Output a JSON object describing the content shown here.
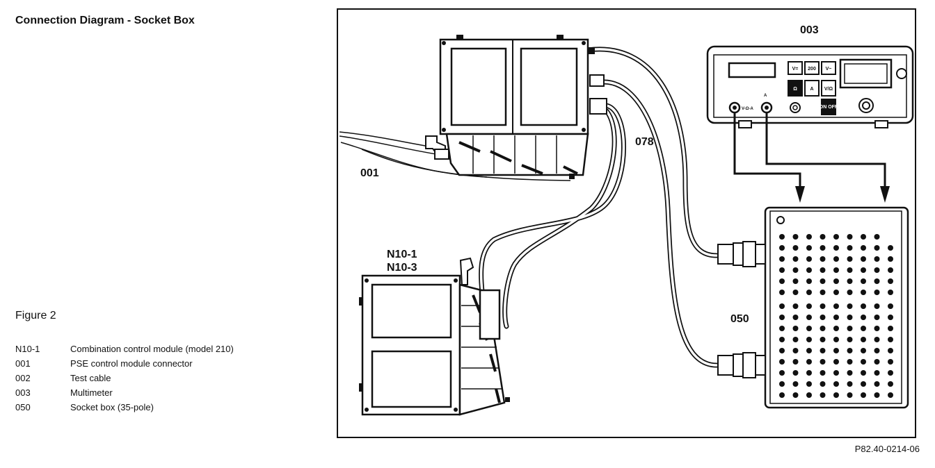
{
  "title": "Connection Diagram - Socket Box",
  "figure_label": "Figure 2",
  "legend": [
    {
      "code": "N10-1",
      "desc": "Combination control module (model 210)"
    },
    {
      "code": "001",
      "desc": "PSE control module connector"
    },
    {
      "code": "002",
      "desc": "Test cable"
    },
    {
      "code": "003",
      "desc": "Multimeter"
    },
    {
      "code": "050",
      "desc": "Socket box (35-pole)"
    }
  ],
  "reference": "P82.40-0214-06",
  "diagram": {
    "labels": {
      "connector": "001",
      "cable": "078",
      "multimeter": "003",
      "module_line1": "N10-1",
      "module_line2": "N10-3",
      "socket_box": "050"
    },
    "multimeter_buttons": [
      "V=",
      "200",
      "V~",
      "Ω",
      "A",
      "V/Ω",
      "ON OFF"
    ],
    "multimeter_jack_labels": [
      "V-Ω-A",
      "A"
    ]
  }
}
